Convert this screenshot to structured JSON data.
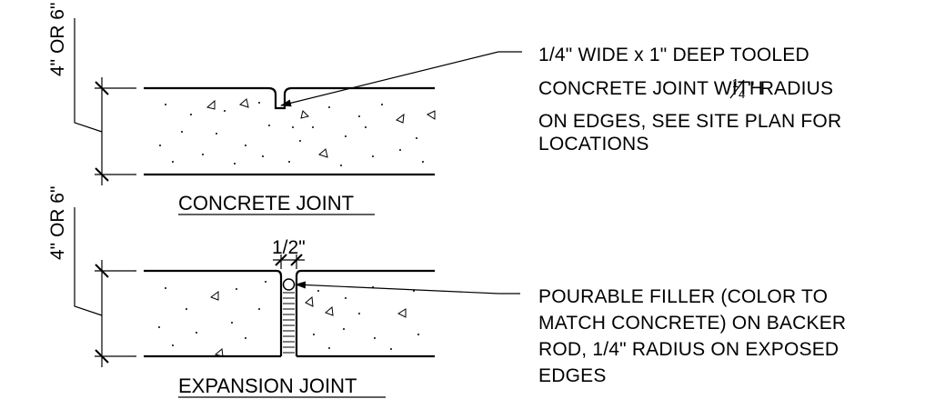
{
  "details": [
    {
      "title": "CONCRETE JOINT",
      "depth_label": "4\" OR 6\"",
      "note_lines": [
        "1/4\" WIDE x 1\" DEEP TOOLED",
        "CONCRETE JOINT WITH",
        "\" RADIUS",
        "ON EDGES, SEE SITE PLAN FOR",
        "LOCATIONS"
      ],
      "fraction_num": "1",
      "fraction_den": "4"
    },
    {
      "title": "EXPANSION JOINT",
      "depth_label": "4\" OR 6\"",
      "joint_width_label": "1/2\"",
      "note_lines": [
        "POURABLE FILLER (COLOR TO",
        "MATCH CONCRETE) ON BACKER",
        "ROD, 1/4\" RADIUS ON EXPOSED",
        "EDGES"
      ]
    }
  ],
  "colors": {
    "ink": "#000000",
    "background": "#ffffff"
  }
}
